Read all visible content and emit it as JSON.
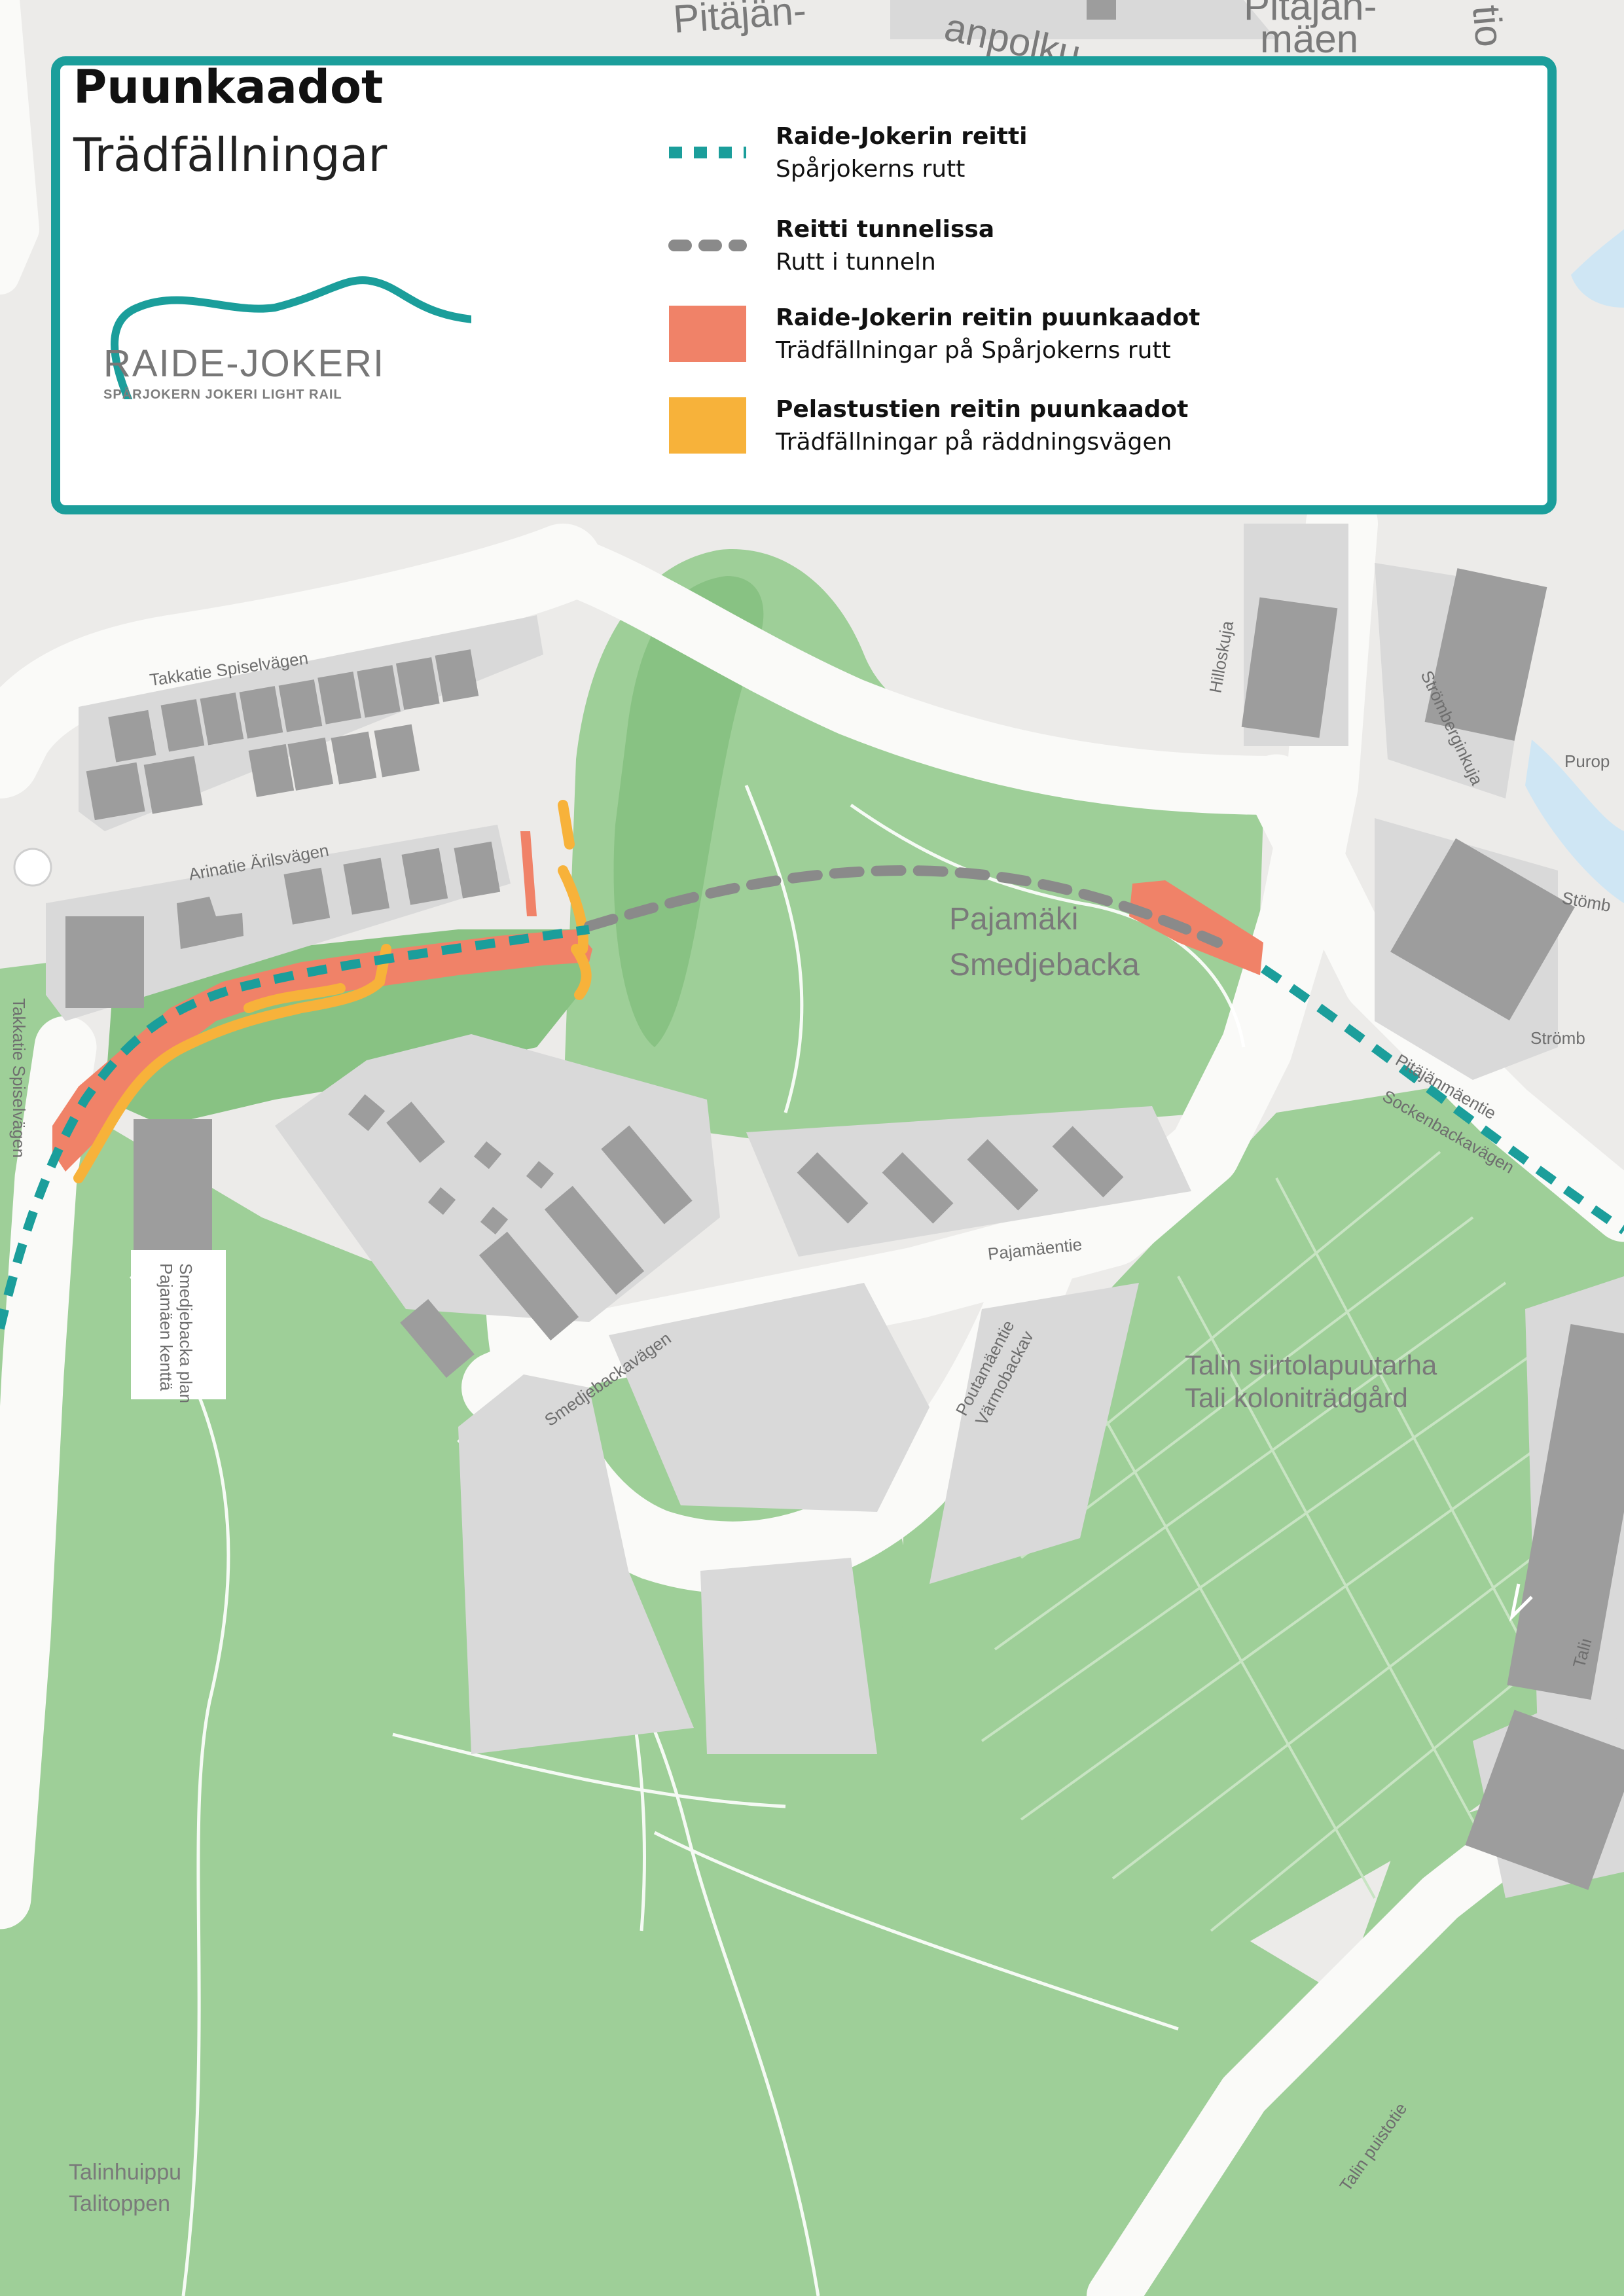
{
  "legend": {
    "title": "Puunkaadot",
    "subtitle": "Trädfällningar",
    "logo": {
      "name": "RAIDE-JOKERI",
      "tagline": "SPÅRJOKERN   JOKERI LIGHT RAIL",
      "color": "#1b9e9b"
    },
    "items": [
      {
        "symbol": "teal-dashed-line",
        "color": "#1b9e9b",
        "fi": "Raide-Jokerin reitti",
        "sv": "Spårjokerns rutt"
      },
      {
        "symbol": "grey-dashed-line",
        "color": "#8a8a8a",
        "fi": "Reitti tunnelissa",
        "sv": "Rutt i tunneln"
      },
      {
        "symbol": "salmon-area",
        "color": "#f08268",
        "fi": "Raide-Jokerin reitin puunkaadot",
        "sv": "Trädfällningar på Spårjokerns rutt"
      },
      {
        "symbol": "orange-area",
        "color": "#f7b23a",
        "fi": "Pelastustien reitin puunkaadot",
        "sv": "Trädfällningar på räddningsvägen"
      }
    ]
  },
  "map": {
    "colors": {
      "background": "#ecebe9",
      "green": "#9ecf98",
      "dark_green": "#88c283",
      "road": "#fafaf8",
      "building": "#9d9d9d",
      "lot": "#d9d9d9",
      "water": "#cfe6f4",
      "tram_route": "#1b9e9b",
      "tunnel_route": "#8a8a8a",
      "felling_route": "#f08268",
      "felling_rescue": "#f7b23a"
    },
    "place_labels": {
      "pajamaki": "Pajamäki",
      "smedjebacka": "Smedjebacka",
      "siirtolapuutarha": "Talin siirtolapuutarha",
      "kolonitradgard": "Tali  koloniträdgård",
      "talinhuippu": "Talinhuippu",
      "talitoppen": "Talitoppen",
      "kentta1": "Pajamäen kenttä",
      "kentta2": "Smedjebacka plan"
    },
    "street_labels": {
      "takkatie_top": "Takkatie   Spiselvägen",
      "arinatie": "Arinatie    Ärilsvägen",
      "takkatie_left": "Takkatie    Spiselvägen",
      "hilloskuja": "Hilloskuja",
      "stromberginkuja": "Strömberginkuja",
      "pitajanmaentie": "Pitäjänmäentie",
      "sockenbackavagen": "Sockenbackavägen",
      "pajamaentie": "Pajamäentie",
      "smedjebackavagen": "Smedjebackavägen",
      "poutamaentie": "Poutamäentie",
      "varmobackav": "Värmobackav",
      "talin_puistotie": "Talin puistotie",
      "pitajan_top": "Pitäjän-",
      "polku_top": "anpolku",
      "pitajan_mae_1": "Pitäjän-",
      "pitajan_mae_2": "mäen",
      "tio_top": "tio",
      "purop": "Purop",
      "stomb": "Stömb",
      "stromb": "Strömb",
      "talin_right": "Taliı"
    }
  }
}
